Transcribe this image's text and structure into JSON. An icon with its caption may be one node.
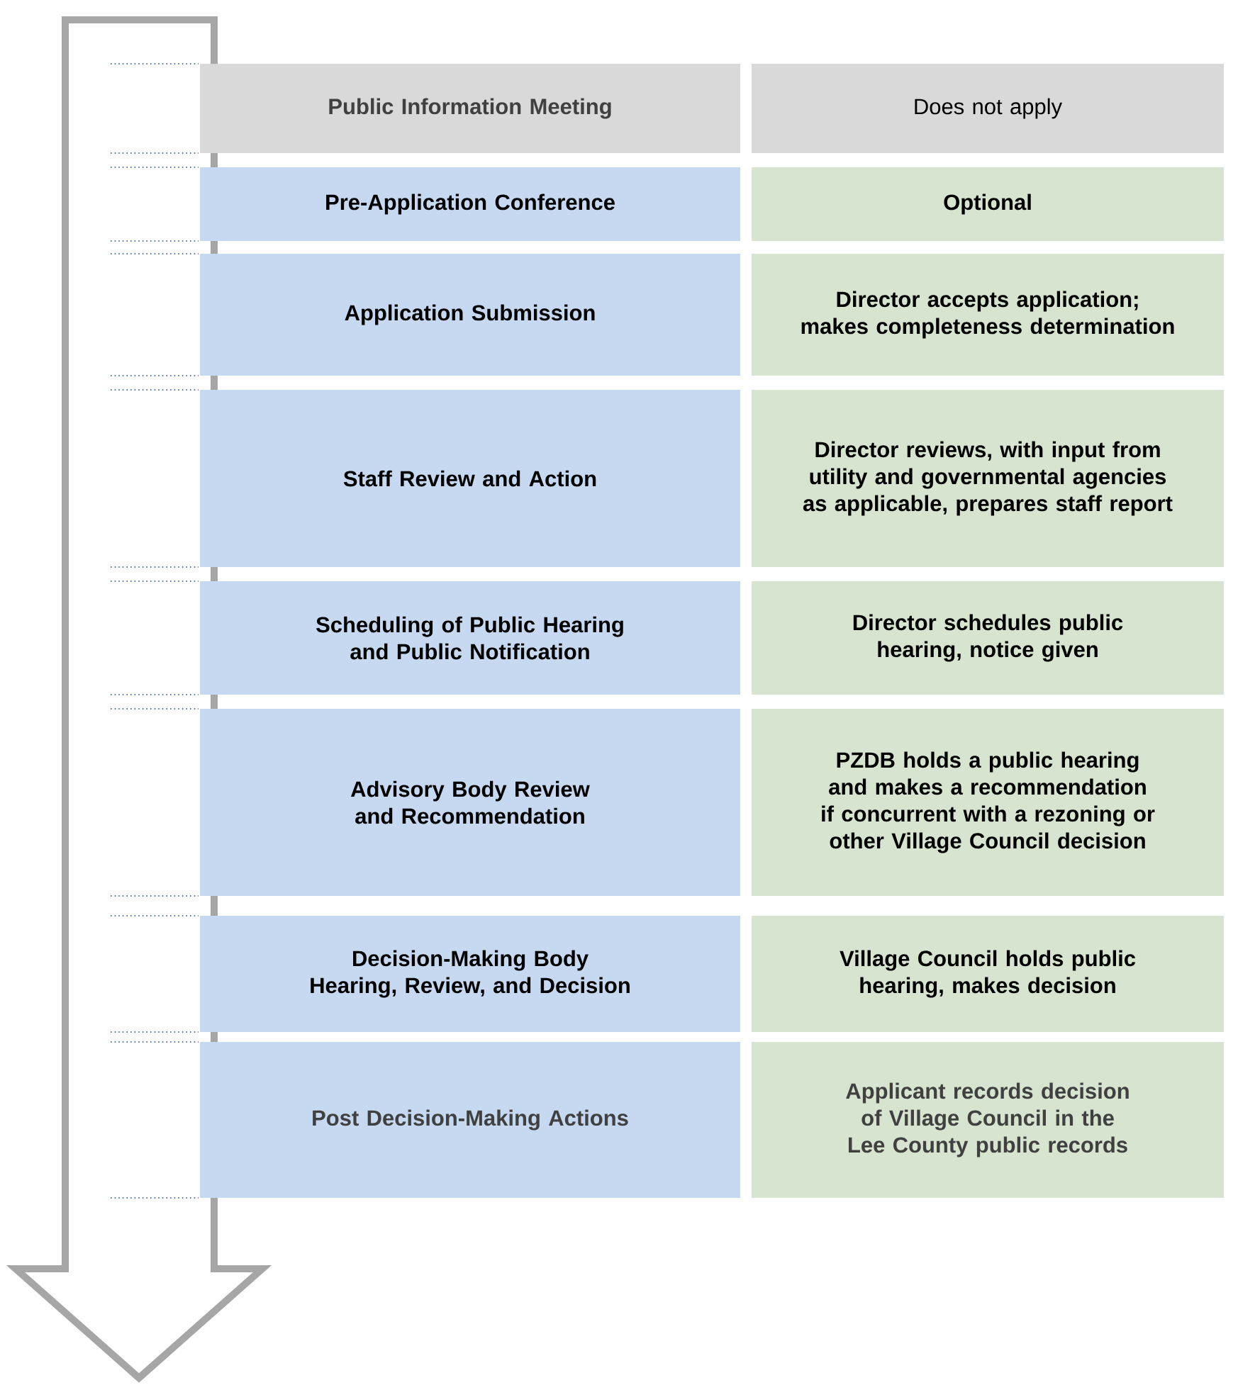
{
  "diagram": {
    "nodes": [
      {
        "text": [
          "Public Information Meeting"
        ]
      },
      {
        "text": [
          "Does not apply"
        ]
      },
      {
        "text": [
          "Pre-Application Conference"
        ]
      },
      {
        "text": [
          "Optional"
        ]
      },
      {
        "text": [
          "Application Submission"
        ]
      },
      {
        "text": [
          "Director accepts application; makes completeness determination"
        ]
      },
      {
        "text": [
          "Staff Review and Action"
        ]
      },
      {
        "text": [
          "Director reviews, with input from utility and governmental agencies as applicable, prepares staff report"
        ]
      },
      {
        "text": [
          "Scheduling of Public Hearing and Public Notification"
        ]
      },
      {
        "text": [
          "Director schedules public hearing, notice given"
        ]
      },
      {
        "text": [
          "Advisory Body Review and Recommendation"
        ]
      },
      {
        "text": [
          "PZDB holds a public hearing and makes a recommendation if concurrent with a rezoning or other Village Council decision"
        ]
      },
      {
        "text": [
          "Decision-Making Body Hearing, Review, and Decision"
        ]
      },
      {
        "text": [
          "Village Council holds public hearing, makes decision"
        ]
      },
      {
        "text": [
          "Post Decision-Making Actions"
        ]
      },
      {
        "text": [
          "Applicant records decision of Village Council in the Lee County public records"
        ]
      }
    ]
  }
}
